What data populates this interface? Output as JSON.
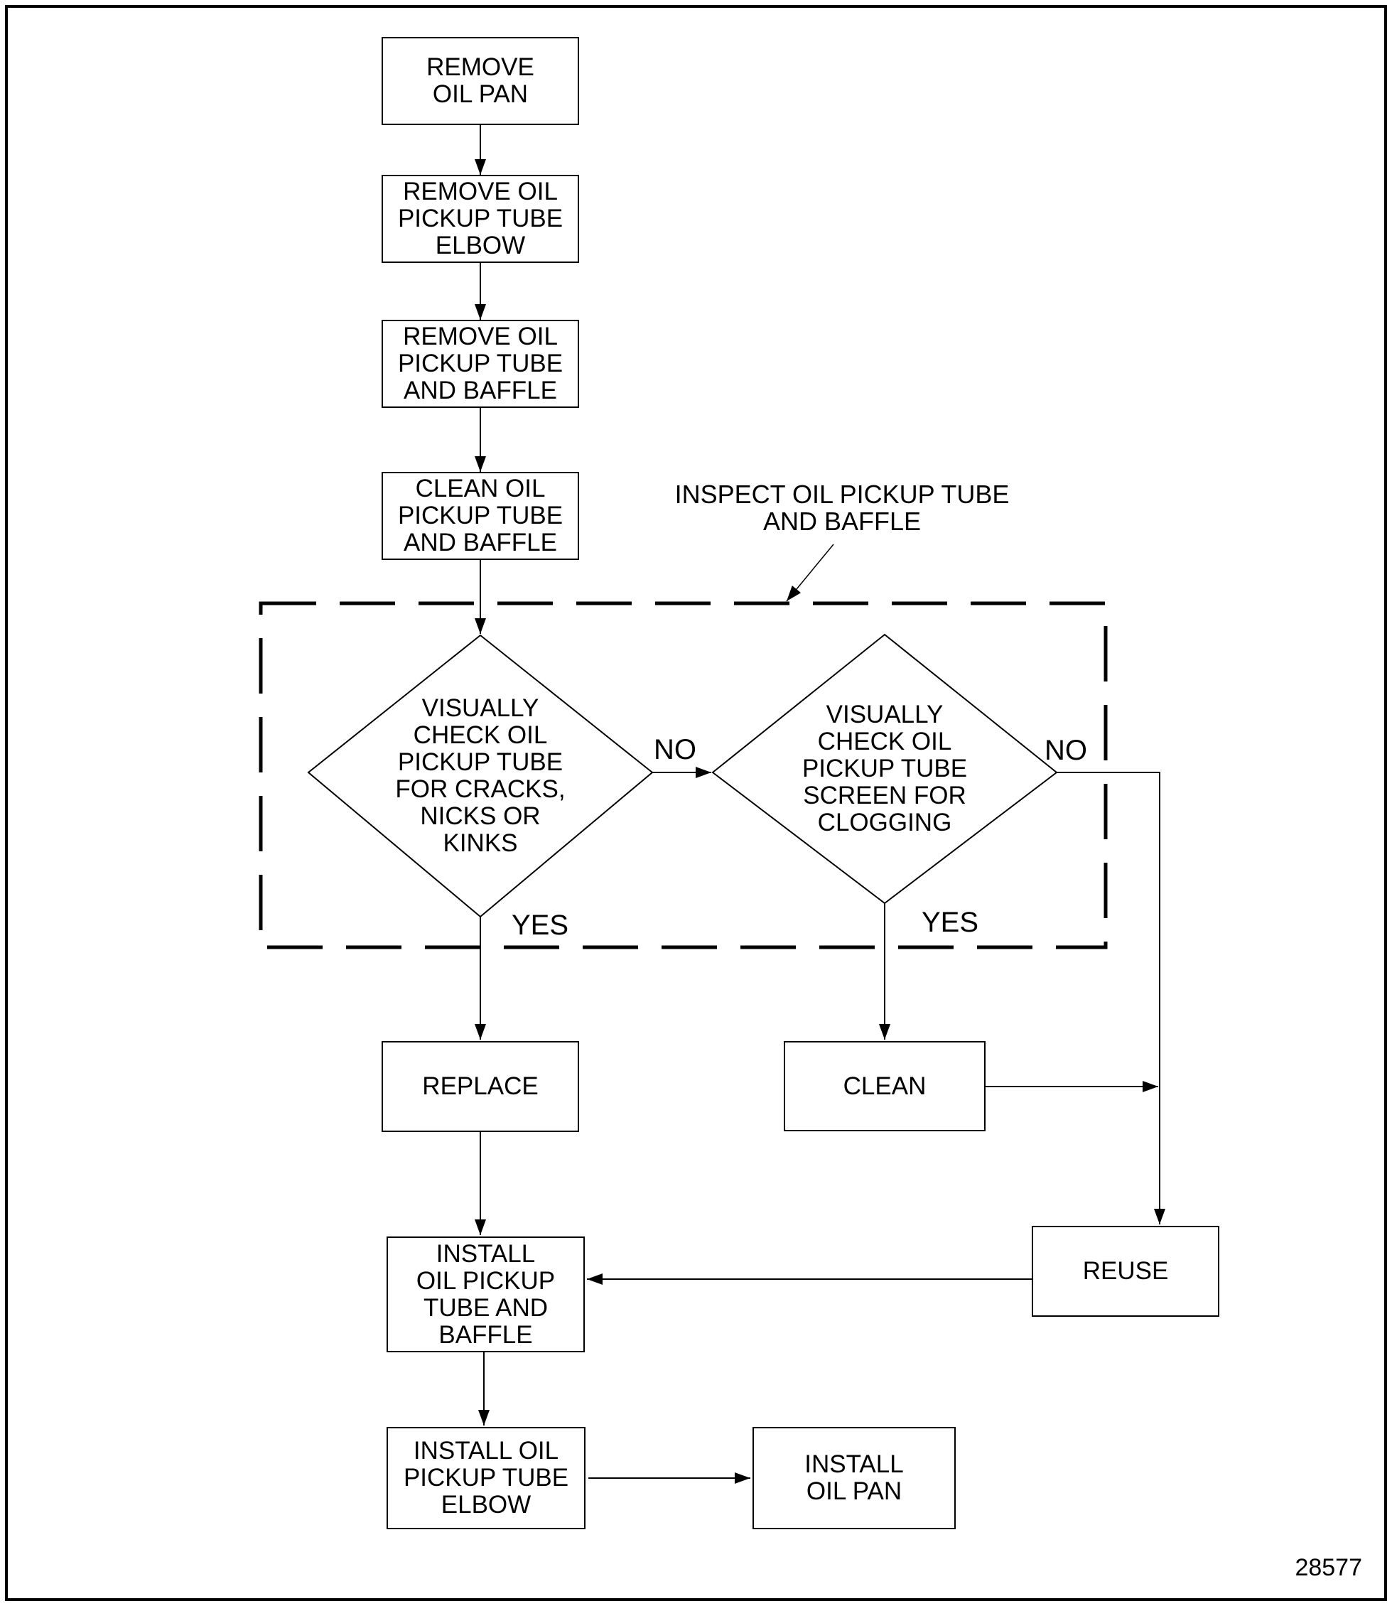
{
  "page": {
    "background_color": "#ffffff",
    "ink_color": "#000000",
    "figure_number": "28577"
  },
  "flowchart": {
    "nodes": {
      "remove_oil_pan": {
        "label": "REMOVE\nOIL PAN",
        "type": "process"
      },
      "remove_oil_pickup_tube_elbow": {
        "label": "REMOVE OIL\nPICKUP TUBE\nELBOW",
        "type": "process"
      },
      "remove_oil_pickup_tube_and_baffle": {
        "label": "REMOVE OIL\nPICKUP TUBE\nAND BAFFLE",
        "type": "process"
      },
      "clean_oil_pickup_tube_and_baffle": {
        "label": "CLEAN OIL\nPICKUP TUBE\nAND BAFFLE",
        "type": "process"
      },
      "check_cracks": {
        "label": "VISUALLY\nCHECK OIL\nPICKUP TUBE\nFOR CRACKS,\nNICKS OR\nKINKS",
        "type": "decision"
      },
      "check_clogging": {
        "label": "VISUALLY\nCHECK OIL\nPICKUP TUBE\nSCREEN FOR\nCLOGGING",
        "type": "decision"
      },
      "replace": {
        "label": "REPLACE",
        "type": "process"
      },
      "clean": {
        "label": "CLEAN",
        "type": "process"
      },
      "reuse": {
        "label": "REUSE",
        "type": "process"
      },
      "install_oil_pickup_tube_and_baffle": {
        "label": "INSTALL\nOIL PICKUP\nTUBE AND\nBAFFLE",
        "type": "process"
      },
      "install_oil_pickup_tube_elbow": {
        "label": "INSTALL OIL\nPICKUP TUBE\nELBOW",
        "type": "process"
      },
      "install_oil_pan": {
        "label": "INSTALL\nOIL PAN",
        "type": "process"
      }
    },
    "edge_labels": {
      "no_cracks": "NO",
      "yes_cracks": "YES",
      "no_clogging": "NO",
      "yes_clogging": "YES"
    },
    "group_annotation": {
      "label": "INSPECT OIL PICKUP TUBE\nAND BAFFLE"
    }
  }
}
